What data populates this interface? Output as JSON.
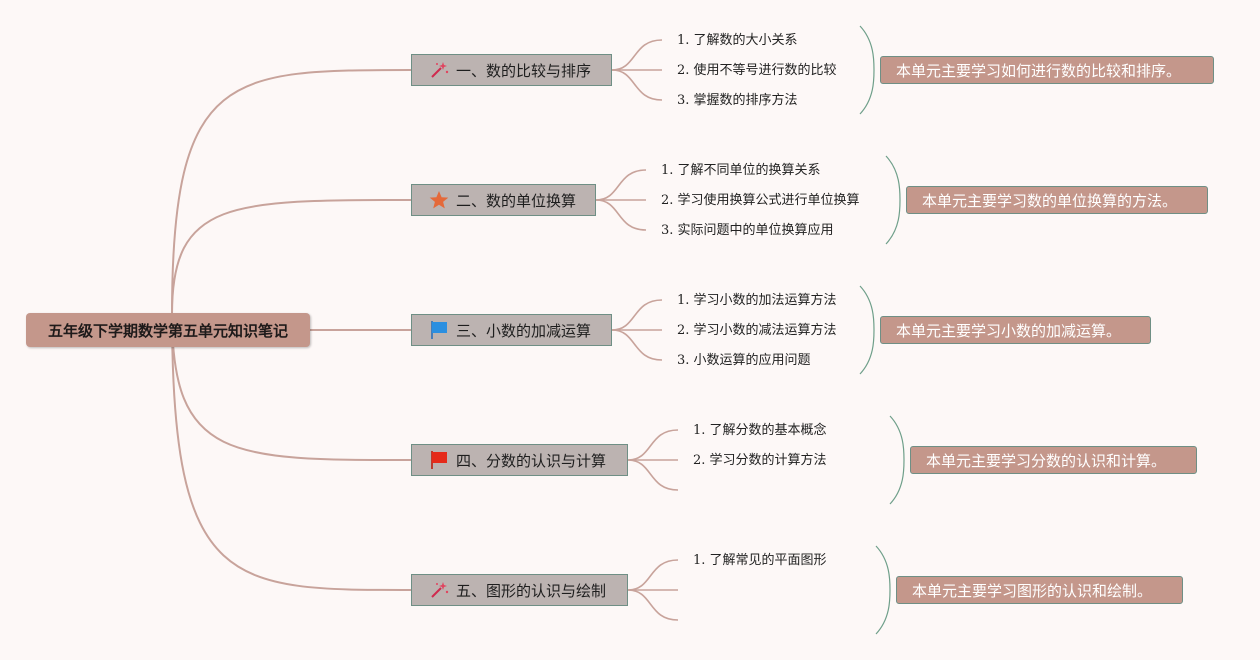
{
  "root": {
    "label": "五年级下学期数学第五单元知识笔记"
  },
  "colors": {
    "root_fill": "#c4978b",
    "topic_fill": "#bcb3b1",
    "topic_border": "#6f8f85",
    "branch": "#c8a39b",
    "bracket": "#6f9f8a",
    "summary_fill": "#c4978b"
  },
  "topics": [
    {
      "label": "一、数的比较与排序",
      "icon": "sparkle-wand-icon",
      "items": [
        "1. 了解数的大小关系",
        "2. 使用不等号进行数的比较",
        "3. 掌握数的排序方法"
      ],
      "summary": "本单元主要学习如何进行数的比较和排序。"
    },
    {
      "label": "二、数的单位换算",
      "icon": "orange-star-icon",
      "items": [
        "1. 了解不同单位的换算关系",
        "2. 学习使用换算公式进行单位换算",
        "3. 实际问题中的单位换算应用"
      ],
      "summary": "本单元主要学习数的单位换算的方法。"
    },
    {
      "label": "三、小数的加减运算",
      "icon": "blue-flag-icon",
      "items": [
        "1. 学习小数的加法运算方法",
        "2. 学习小数的减法运算方法",
        "3. 小数运算的应用问题"
      ],
      "summary": "本单元主要学习小数的加减运算。"
    },
    {
      "label": "四、分数的认识与计算",
      "icon": "red-flag-icon",
      "items": [
        "1. 了解分数的基本概念",
        "2. 学习分数的计算方法"
      ],
      "summary": "本单元主要学习分数的认识和计算。"
    },
    {
      "label": "五、图形的认识与绘制",
      "icon": "sparkle-wand-icon",
      "items": [
        "1. 了解常见的平面图形"
      ],
      "summary": "本单元主要学习图形的认识和绘制。"
    }
  ]
}
